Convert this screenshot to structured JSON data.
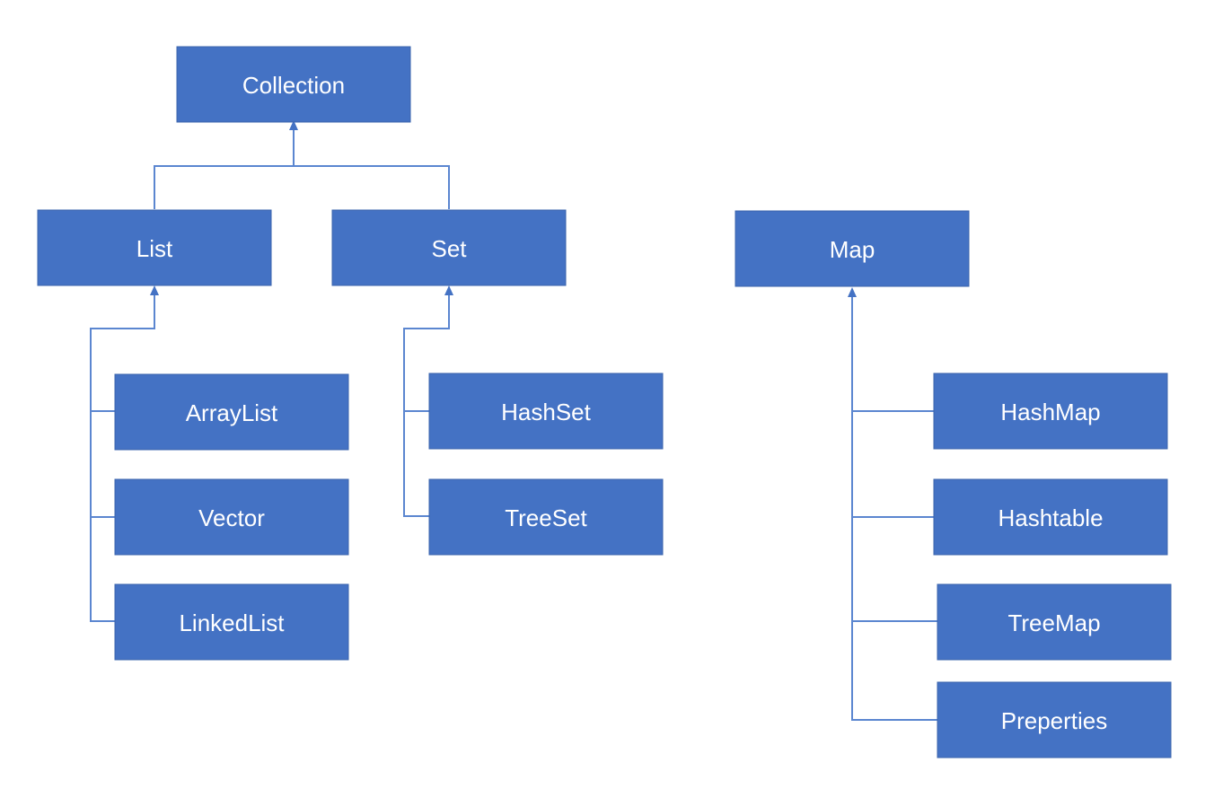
{
  "diagram": {
    "collection": "Collection",
    "list": "List",
    "set": "Set",
    "map": "Map",
    "arraylist": "ArrayList",
    "vector": "Vector",
    "linkedlist": "LinkedList",
    "hashset": "HashSet",
    "treeset": "TreeSet",
    "hashmap": "HashMap",
    "hashtable": "Hashtable",
    "treemap": "TreeMap",
    "properties": "Preperties"
  },
  "colors": {
    "box_fill": "#4472c4",
    "line": "#5b86d0",
    "label": "#ffffff"
  }
}
